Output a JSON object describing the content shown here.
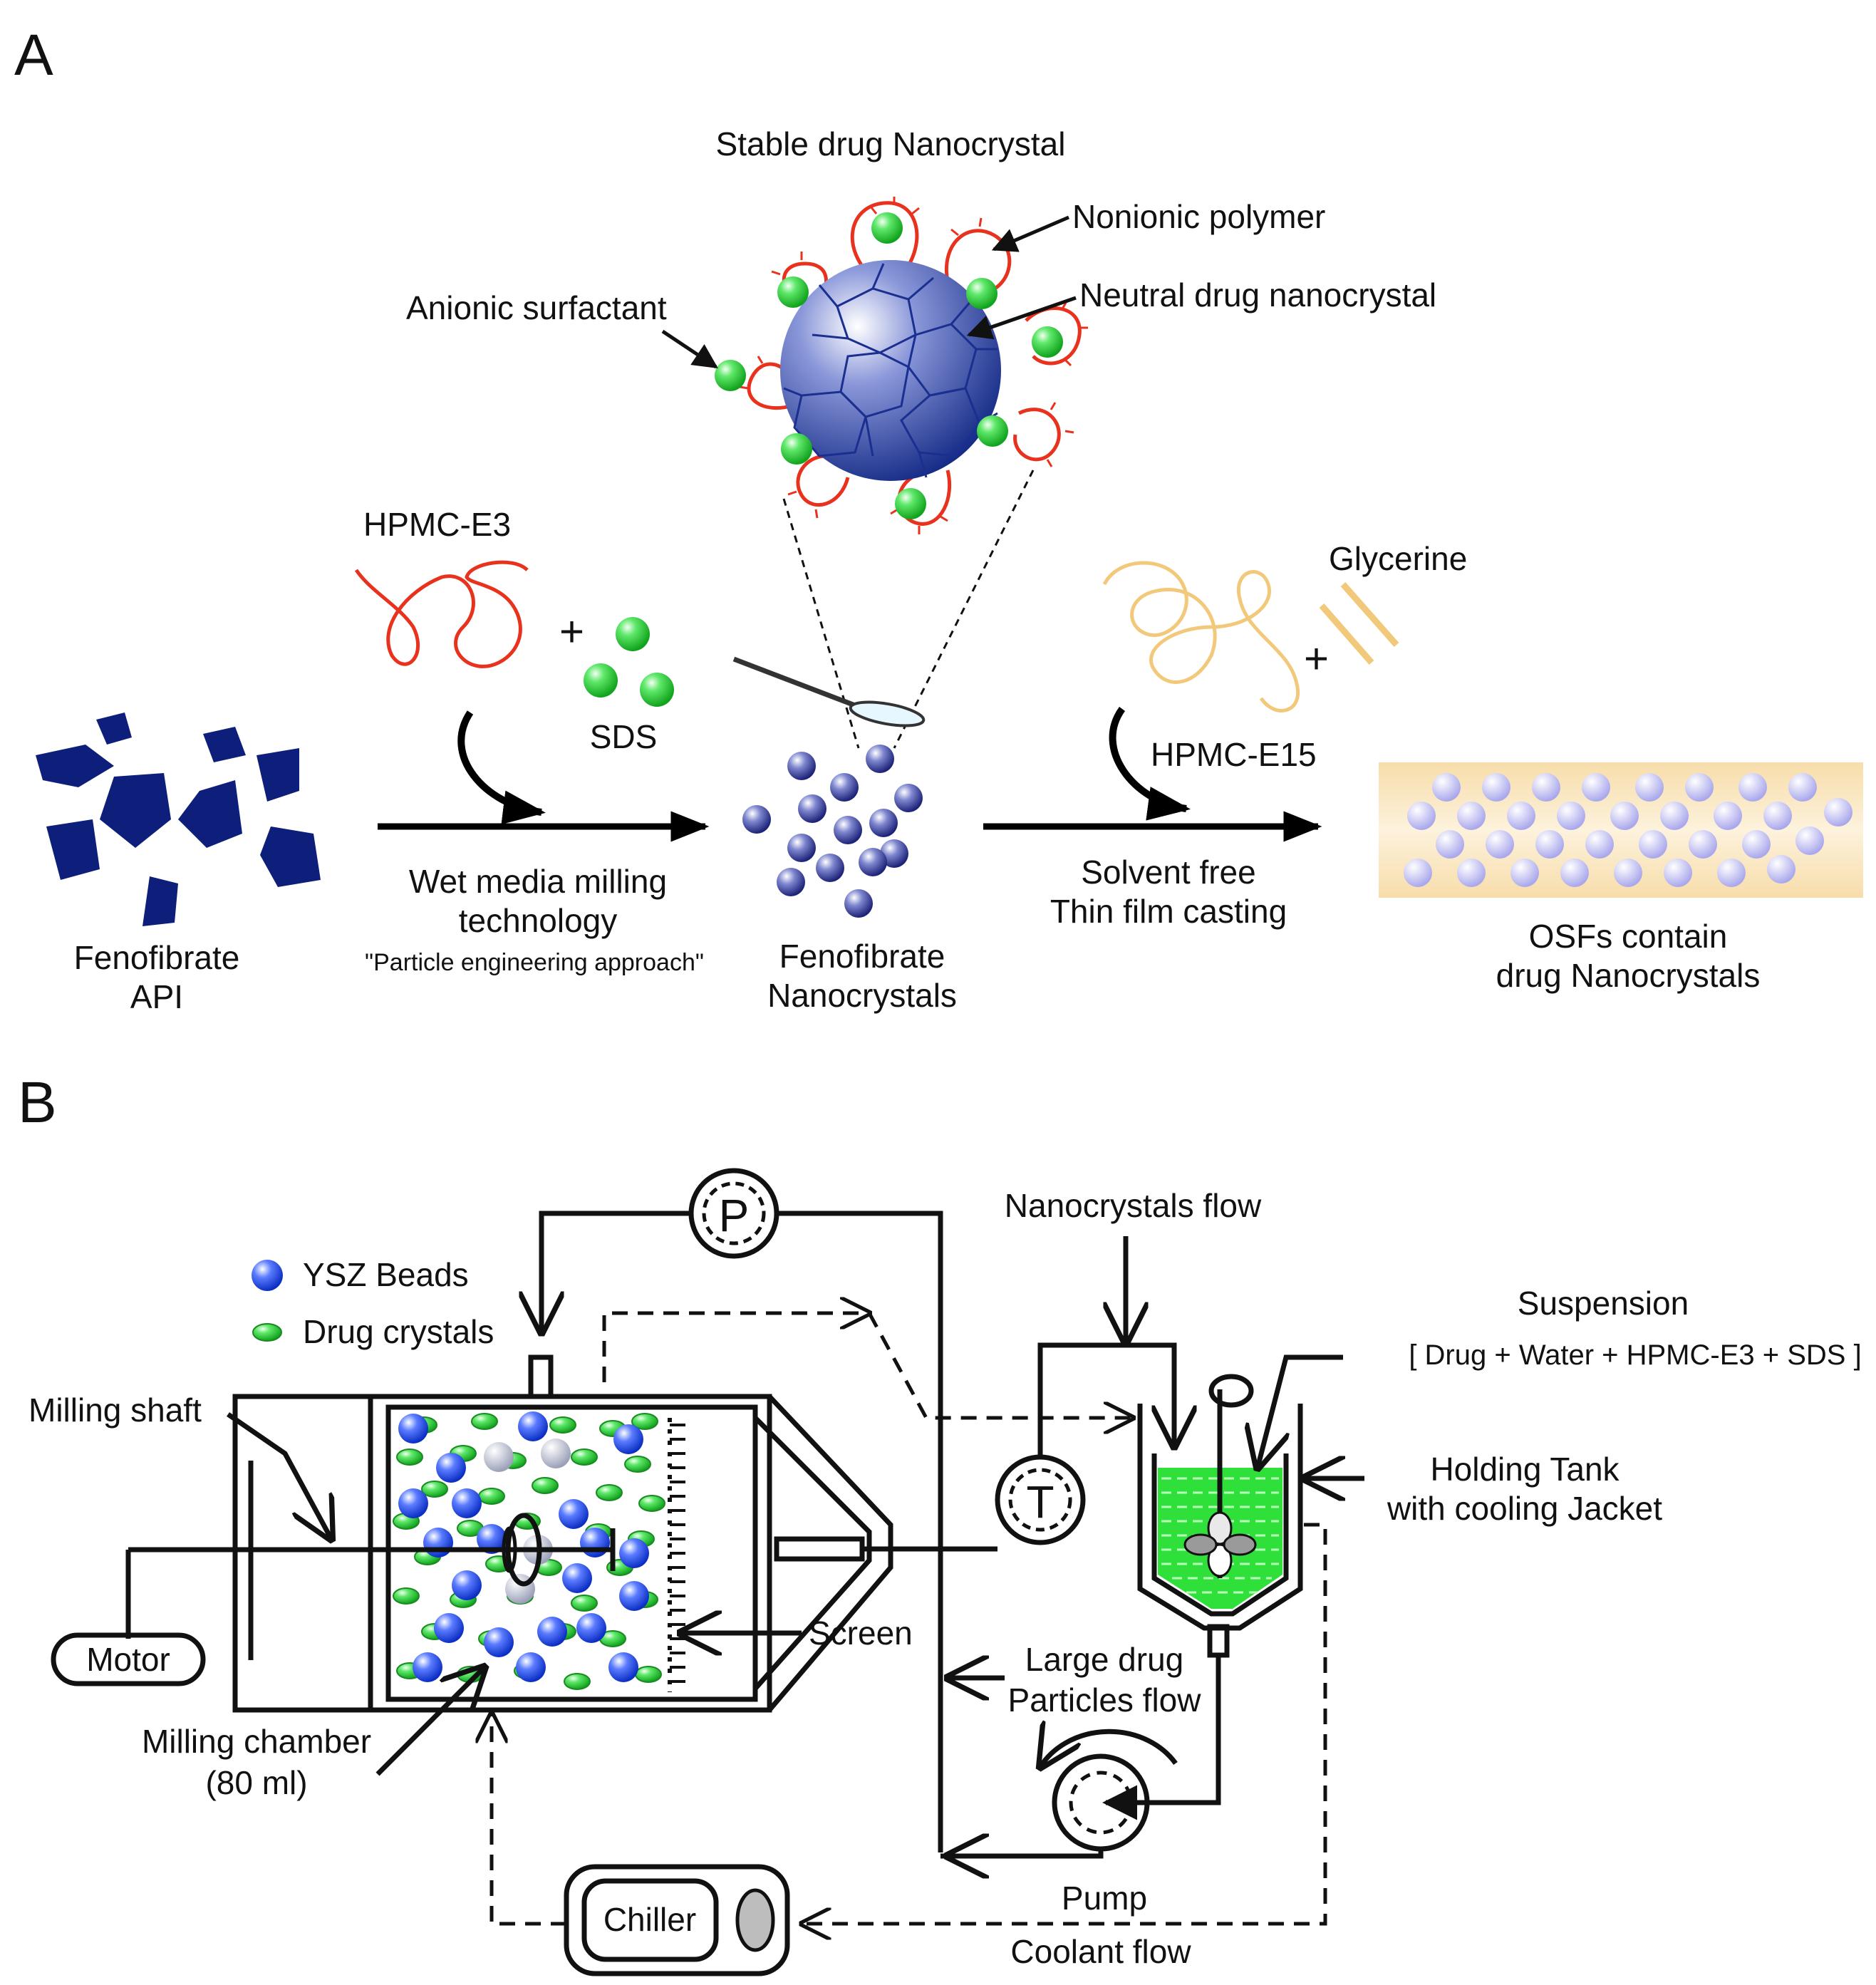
{
  "panels": {
    "a": "A",
    "b": "B"
  },
  "panel_a": {
    "stable_title": "Stable drug Nanocrystal",
    "nonionic_polymer": "Nonionic polymer",
    "neutral_drug": "Neutral drug nanocrystal",
    "anionic_surfactant": "Anionic surfactant",
    "hpmc_e3": "HPMC-E3",
    "plus": "+",
    "sds": "SDS",
    "glycerine": "Glycerine",
    "hpmc_e15": "HPMC-E15",
    "fenofibrate_api_1": "Fenofibrate",
    "fenofibrate_api_2": "API",
    "wet_media_1": "Wet media milling",
    "wet_media_2": "technology",
    "particle_engineering": "\"Particle engineering approach\"",
    "feno_nano_1": "Fenofibrate",
    "feno_nano_2": "Nanocrystals",
    "solvent_free_1": "Solvent free",
    "solvent_free_2": "Thin film casting",
    "osfs_1": "OSFs  contain",
    "osfs_2": "drug Nanocrystals"
  },
  "panel_b": {
    "pump_p": "P",
    "temp_t": "T",
    "ysz_beads": "YSZ Beads",
    "drug_crystals": "Drug crystals",
    "milling_shaft": "Milling shaft",
    "motor": "Motor",
    "screen": "Screen",
    "milling_chamber_1": "Milling chamber",
    "milling_chamber_2": "(80 ml)",
    "nanocrystals_flow": "Nanocrystals flow",
    "suspension": "Suspension",
    "suspension_detail": "[ Drug + Water + HPMC-E3 + SDS ]",
    "holding_tank_1": "Holding Tank",
    "holding_tank_2": "with cooling Jacket",
    "large_drug_1": "Large drug",
    "large_drug_2": "Particles flow",
    "pump": "Pump",
    "chiller": "Chiller",
    "coolant_flow": "Coolant flow"
  },
  "colors": {
    "drug_blue": "#0d1f7a",
    "surfactant_green": "#22cc33",
    "polymer_red": "#e8321e",
    "film_bg": "#fbe9c4",
    "film_bead": "#c9c8f2",
    "glycerine": "#f2c97a"
  }
}
